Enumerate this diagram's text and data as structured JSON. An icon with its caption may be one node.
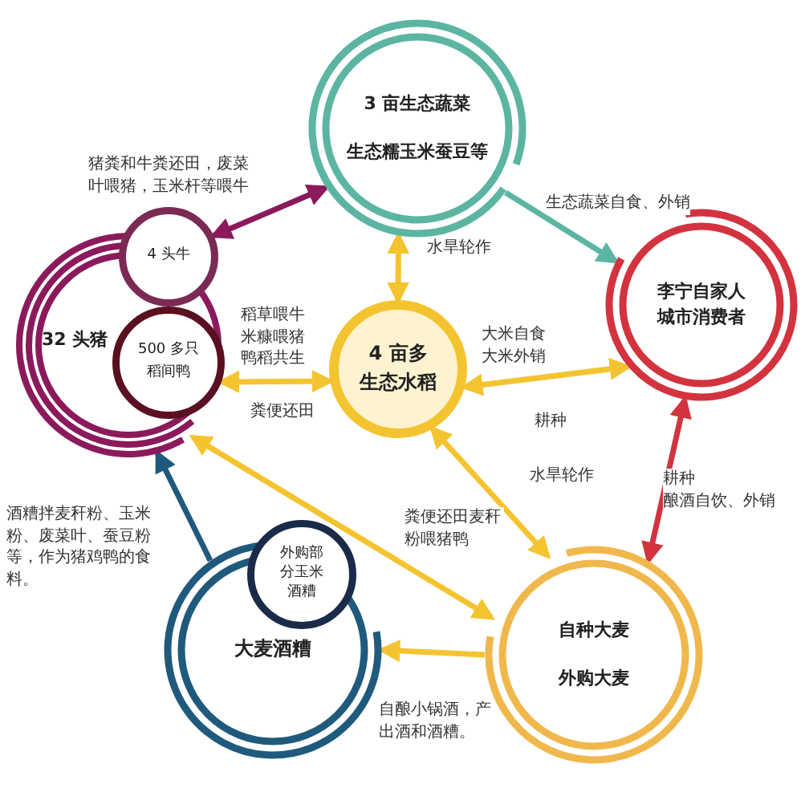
{
  "diagram": {
    "nodes": [
      {
        "text": [
          "3 亩生态蔬菜",
          "生态糯玉米蚕豆等"
        ]
      },
      {
        "text": [
          "32 头猪"
        ]
      },
      {
        "text": [
          "4 头牛"
        ]
      },
      {
        "text": [
          "500 多只",
          "稻间鸭"
        ],
        "in": 1
      },
      {
        "text": [
          "4 亩多",
          "生态水稻"
        ]
      },
      {
        "text": [
          "李宁自家人",
          "城市消费者"
        ]
      },
      {
        "text": [
          "自种大麦",
          "外购大麦"
        ]
      },
      {
        "text": [
          "大麦酒糟"
        ]
      },
      {
        "text": [
          "外购部分玉米酒糟"
        ]
      }
    ],
    "edges": [
      {
        "from": 2,
        "to": 0,
        "arrow": "both",
        "label": "猪粪和牛粪还田，废菜叶喂猪，玉米杆等喂牛",
        "color": "#8b1a5c"
      },
      {
        "from": 0,
        "to": 5,
        "arrow": "to",
        "label": "生态蔬菜自食、外销",
        "color": "#5bb5a2"
      },
      {
        "from": 4,
        "to": 0,
        "arrow": "both",
        "label": "水旱轮作"
      },
      {
        "from": 3,
        "to": 4,
        "arrow": "both",
        "label": "稻草喂牛米糠喂猪鸭稻共生"
      },
      {
        "from": 4,
        "to": 5,
        "arrow": "both",
        "label": "大米自食大米外销"
      },
      {
        "from": 4,
        "to": 6,
        "arrow": "both",
        "label": "水旱轮作"
      },
      {
        "from": 5,
        "to": 6,
        "arrow": "both",
        "label": "酿酒自饮、外销",
        "color": "#d2333f"
      },
      {
        "from": 6,
        "to": 1,
        "arrow": "both",
        "label": "粪便还田麦秆粉喂猪鸭"
      },
      {
        "from": 6,
        "to": 7,
        "arrow": "to",
        "label": "自酿小锅酒，产出酒和酒糟。"
      },
      {
        "from": 7,
        "to": 1,
        "arrow": "to",
        "label": "酒糟拌麦秆粉、玉米粉、废菜叶、蚕豆粉等，作为猪鸡鸭的食料。",
        "color": "#1f5a7d"
      }
    ],
    "labels": [
      "粪便还田",
      "耕种",
      "耕种"
    ]
  }
}
